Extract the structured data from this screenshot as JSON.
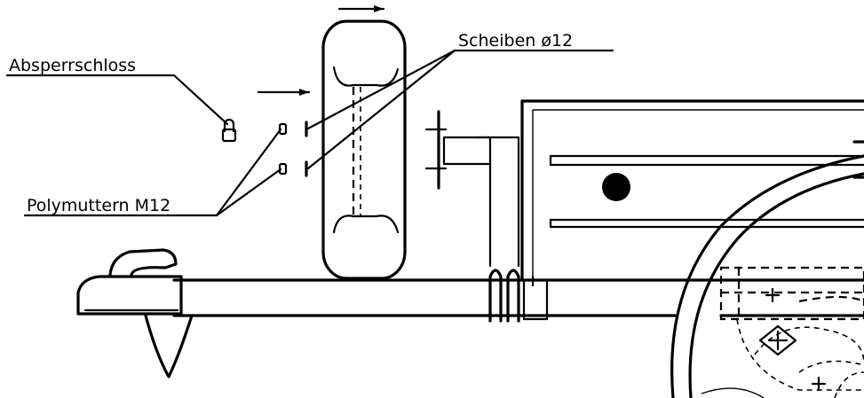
{
  "labels": {
    "scheiben": "Scheiben ø12",
    "absperrschloss": "Absperrschloss",
    "polymuttern": "Polymuttern M12"
  },
  "colors": {
    "ink": "#000000",
    "paper": "#ffffff"
  }
}
